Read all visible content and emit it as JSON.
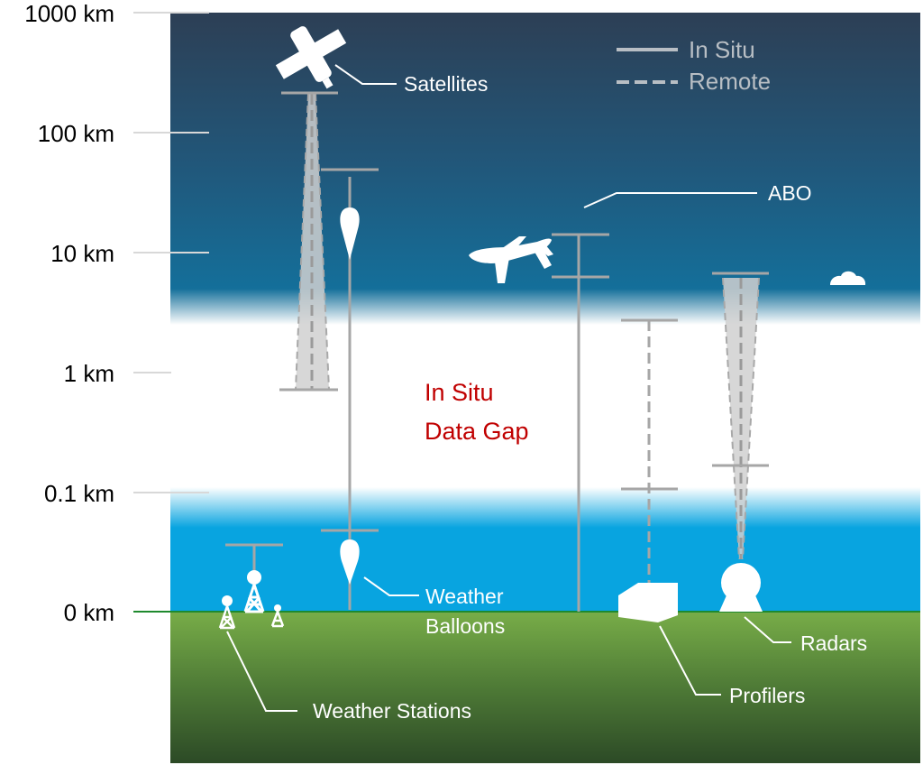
{
  "altitude_labels": [
    "1000 km",
    "100 km",
    "10 km",
    "1 km",
    "0.1 km",
    "0 km"
  ],
  "legend": {
    "in_situ": "In Situ",
    "remote": "Remote"
  },
  "labels": {
    "satellites": "Satellites",
    "abo": "ABO",
    "weather_balloons_line1": "Weather",
    "weather_balloons_line2": "Balloons",
    "weather_stations": "Weather Stations",
    "profilers": "Profilers",
    "radars": "Radars",
    "data_gap_line1": "In Situ",
    "data_gap_line2": "Data Gap"
  },
  "colors": {
    "sky_top": "#2d3f55",
    "sky_upper": "#1c6a94",
    "sky_lower": "#08a4e0",
    "ground_top": "#78ad48",
    "ground_bottom": "#2c4a26",
    "in_situ_line": "#a6a6a6",
    "gap_text": "#c00000"
  }
}
